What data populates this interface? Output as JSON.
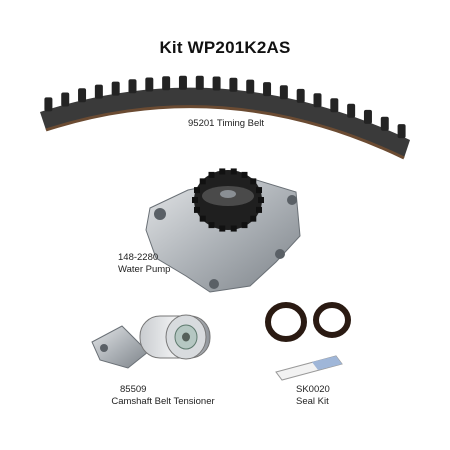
{
  "kit": {
    "title": "Kit WP201K2AS"
  },
  "parts": {
    "timing_belt": {
      "number": "95201",
      "name": "Timing Belt",
      "label": "95201 Timing Belt"
    },
    "water_pump": {
      "number": "148-2280",
      "name": "Water Pump"
    },
    "tensioner": {
      "number": "85509",
      "name": "Camshaft Belt Tensioner"
    },
    "seal_kit": {
      "number": "SK0020",
      "name": "Seal Kit"
    }
  },
  "icons": {
    "timing_belt": "timing-belt-icon",
    "water_pump": "water-pump-icon",
    "tensioner": "belt-tensioner-icon",
    "seal_kit": "seal-kit-icon"
  },
  "colors": {
    "belt": "#3a3a3a",
    "belt_edge": "#6b4b32",
    "metal": "#b8bcc0",
    "seal": "#2a1a12"
  }
}
